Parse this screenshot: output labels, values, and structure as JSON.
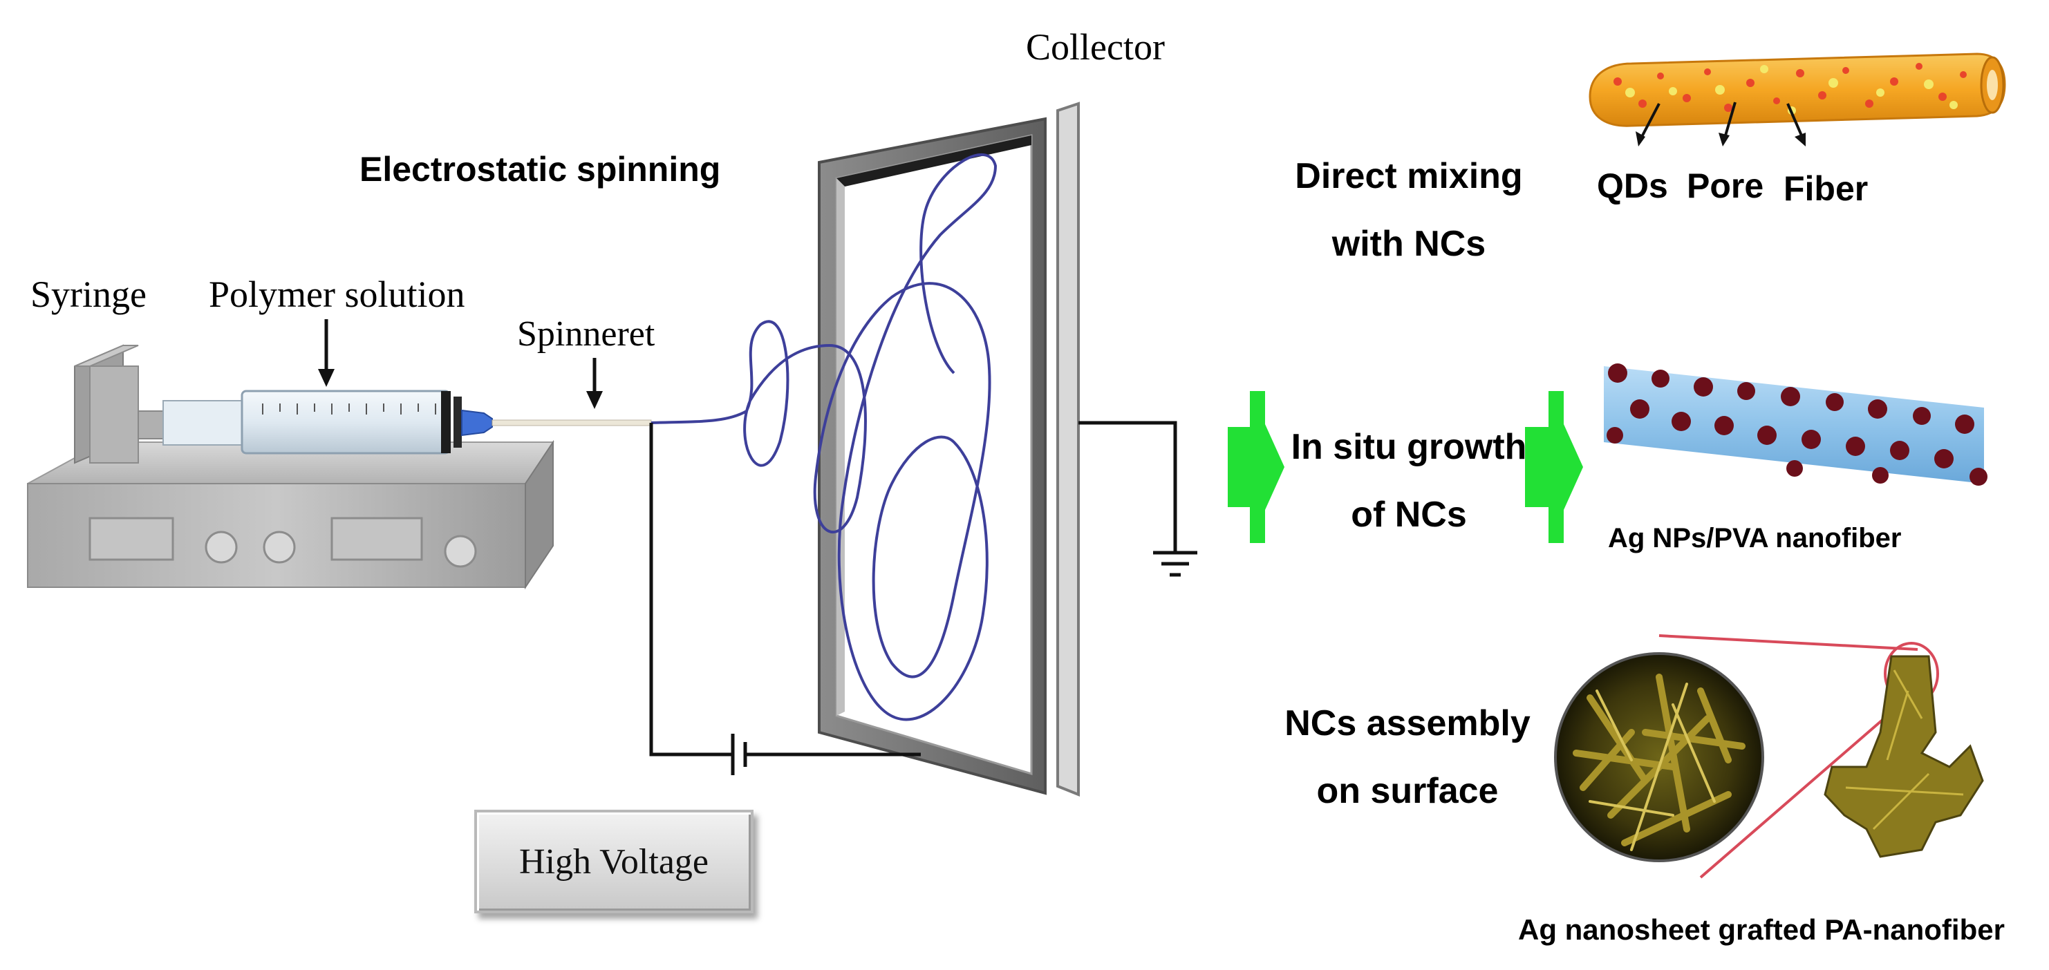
{
  "labels": {
    "collector": "Collector",
    "electrostatic_spinning": "Electrostatic spinning",
    "syringe": "Syringe",
    "polymer_solution": "Polymer solution",
    "spinneret": "Spinneret",
    "high_voltage": "High Voltage"
  },
  "methods": {
    "direct_mixing_line1": "Direct mixing",
    "direct_mixing_line2": "with NCs",
    "in_situ_line1": "In situ growth",
    "in_situ_line2": "of NCs",
    "assembly_line1": "NCs assembly",
    "assembly_line2": "on surface"
  },
  "fiber_labels": {
    "qds": "QDs",
    "pore": "Pore",
    "fiber": "Fiber",
    "ag_nps_pva": "Ag NPs/PVA nanofiber",
    "ag_nanosheet": "Ag nanosheet grafted PA-nanofiber"
  },
  "colors": {
    "fiber_orange": "#f5a623",
    "qd_red": "#e8452b",
    "pore_yellow": "#f4e96a",
    "pva_blue": "#8fc3ea",
    "np_darkred": "#6b0f1a",
    "arrow_green": "#22e035",
    "jet_blue": "#3d3f9a",
    "ag_gold": "#8a7a1e"
  }
}
